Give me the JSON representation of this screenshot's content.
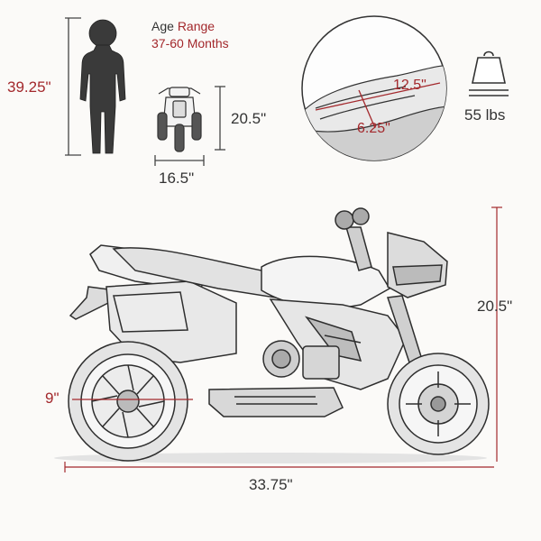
{
  "age": {
    "label_prefix": "Age",
    "label_suffix": "Range",
    "range": "37-60 Months"
  },
  "child": {
    "height": "39.25\""
  },
  "small_bike": {
    "height": "20.5\"",
    "width": "16.5\""
  },
  "seat": {
    "length": "12.5\"",
    "width": "6.25\""
  },
  "weight": {
    "value": "55 lbs",
    "icon": "weight-icon"
  },
  "bike": {
    "height": "20.5\"",
    "length": "33.75\"",
    "wheel_diameter": "9\""
  },
  "colors": {
    "accent": "#a3282c",
    "line": "#333333"
  }
}
